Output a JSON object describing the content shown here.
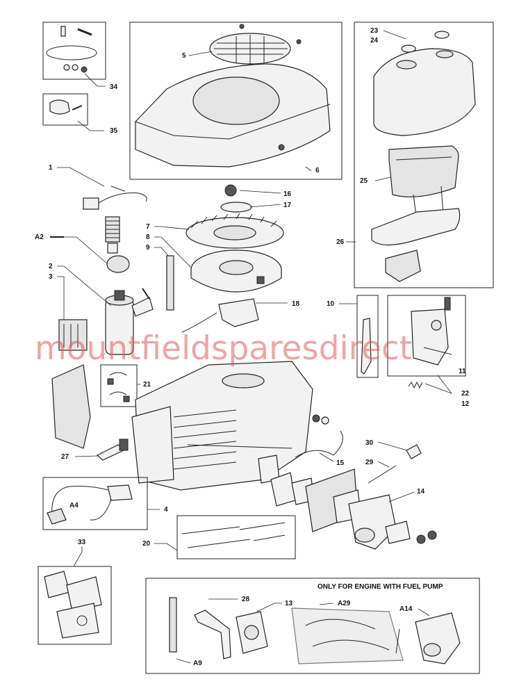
{
  "labels": {
    "l1": "1",
    "l2": "2",
    "l3": "3",
    "l4": "4",
    "l5": "5",
    "l6": "6",
    "l7": "7",
    "l8": "8",
    "l9": "9",
    "l10": "10",
    "l11": "11",
    "l12": "12",
    "l13": "13",
    "l14": "14",
    "l15": "15",
    "l16": "16",
    "l17": "17",
    "l18": "18",
    "l20": "20",
    "l21": "21",
    "l22": "22",
    "l23": "23",
    "l24": "24",
    "l25": "25",
    "l26": "26",
    "l27": "27",
    "l28": "28",
    "l29": "29",
    "l30": "30",
    "l33": "33",
    "l34": "34",
    "l35": "35",
    "a2": "A2",
    "a4": "A4",
    "a9": "A9",
    "a14": "A14",
    "a29": "A29"
  },
  "fuel_pump_note": "ONLY FOR ENGINE WITH FUEL PUMP",
  "watermark": "mountfieldsparesdirect",
  "colors": {
    "watermark": "#e55a5a",
    "line": "#222222"
  }
}
